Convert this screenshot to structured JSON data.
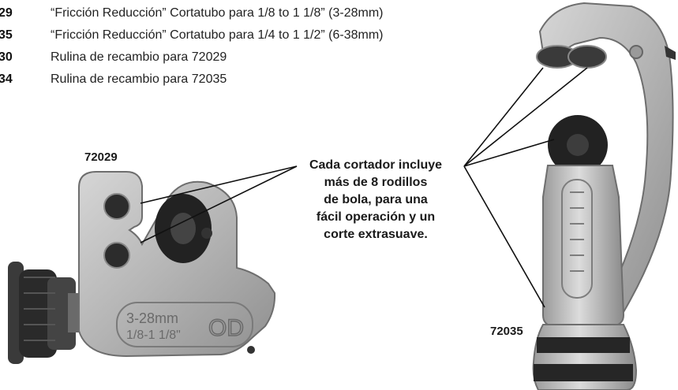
{
  "products": [
    {
      "code": "29",
      "description": "“Fricción Reducción” Cortatubo para 1/8 to 1 1/8” (3-28mm)"
    },
    {
      "code": "35",
      "description": "“Fricción Reducción” Cortatubo para 1/4 to 1 1/2” (6-38mm)"
    },
    {
      "code": "30",
      "description": "Rulina de recambio para 72029"
    },
    {
      "code": "34",
      "description": "Rulina de recambio para 72035"
    }
  ],
  "labels": {
    "small_cutter": "72029",
    "large_cutter": "72035"
  },
  "callout": {
    "lines": [
      "Cada cortador incluye",
      "más de 8 rodillos",
      "de bola, para una",
      "fácil operación y un",
      "corte extrasuave."
    ]
  },
  "engraving": {
    "size_mm": "3-28mm",
    "size_in": "1/8-1 1/8\"",
    "od": "OD"
  },
  "colors": {
    "metal": "#b9b9b9",
    "metal_dark": "#8c8c8c",
    "rubber": "#2a2a2a",
    "text": "#1a1a1a"
  }
}
